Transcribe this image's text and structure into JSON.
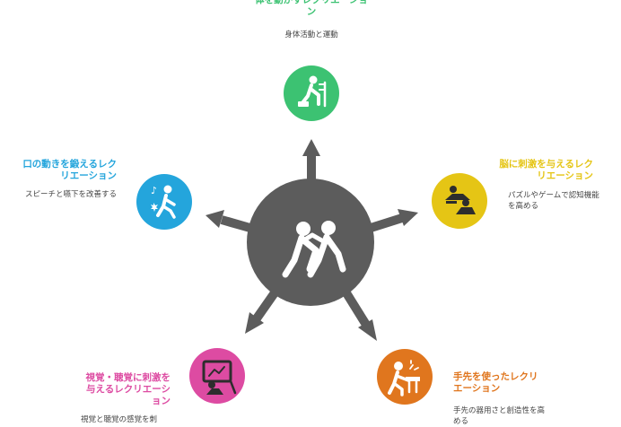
{
  "colors": {
    "hub": "#5c5c5c",
    "arrow": "#5c5c5c",
    "physical": "#3cc272",
    "brain": "#e5c515",
    "hands": "#e0761e",
    "senses": "#dd4ba2",
    "mouth": "#24a5dc"
  },
  "hub": {
    "icon": "two-people-exercising-icon"
  },
  "nodes": [
    {
      "key": "physical",
      "title": "体を動かすレクリエーション",
      "description": "身体活動と運動",
      "icon": "exercise-person-icon"
    },
    {
      "key": "brain",
      "title": "脳に刺激を与えるレクリエーション",
      "description": "パズルやゲームで認知機能を高める",
      "icon": "puzzle-game-icon"
    },
    {
      "key": "hands",
      "title": "手先を使ったレクリエーション",
      "description": "手先の器用さと創造性を高める",
      "icon": "handcraft-icon"
    },
    {
      "key": "senses",
      "title": "視覚・聴覚に刺激を与えるレクリエーション",
      "description": "視覚と聴覚の感覚を刺",
      "icon": "screen-media-icon"
    },
    {
      "key": "mouth",
      "title": "口の動きを鍛えるレクリエーション",
      "description": "スピーチと嚥下を改善する",
      "icon": "singing-person-icon"
    }
  ]
}
